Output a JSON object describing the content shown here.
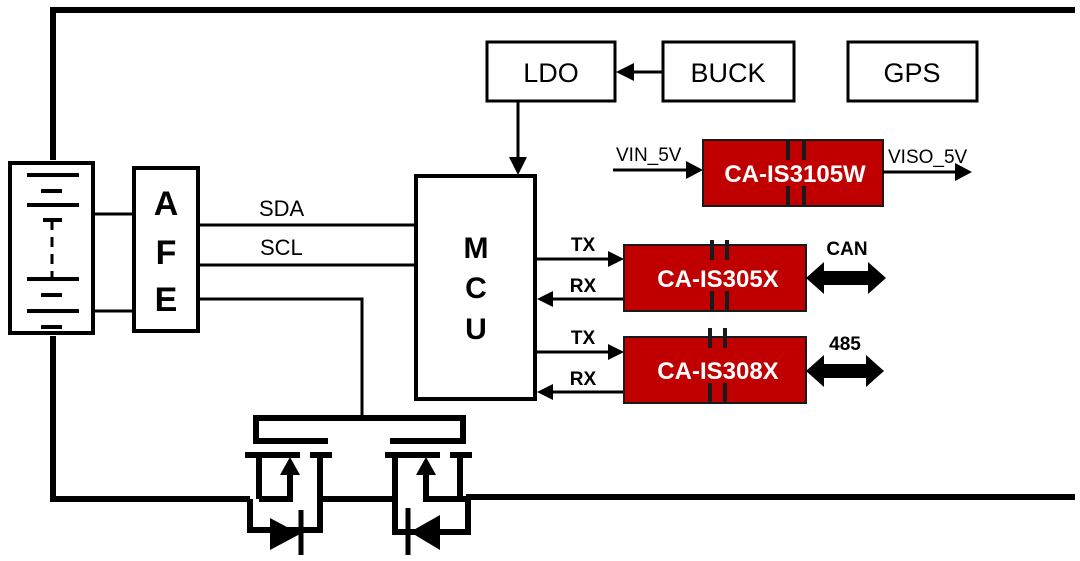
{
  "diagram": {
    "title": "BMS block diagram with isolated interfaces",
    "blocks": {
      "battery": {
        "label": ""
      },
      "afe": {
        "letters": [
          "A",
          "F",
          "E"
        ]
      },
      "mcu": {
        "letters": [
          "M",
          "C",
          "U"
        ]
      },
      "ldo": {
        "label": "LDO"
      },
      "buck": {
        "label": "BUCK"
      },
      "gps": {
        "label": "GPS"
      }
    },
    "signals": {
      "sda": "SDA",
      "scl": "SCL"
    },
    "power_isolator": {
      "chip": "CA-IS3105W",
      "input": "VIN_5V",
      "output": "VISO_5V"
    },
    "can_isolator": {
      "chip": "CA-IS305X",
      "tx": "TX",
      "rx": "RX",
      "bus": "CAN"
    },
    "rs485_isolator": {
      "chip": "CA-IS308X",
      "tx": "TX",
      "rx": "RX",
      "bus": "485"
    },
    "colors": {
      "line": "#000000",
      "chip_fill": "#c00000",
      "chip_text": "#ffffff",
      "background": "#ffffff"
    }
  }
}
